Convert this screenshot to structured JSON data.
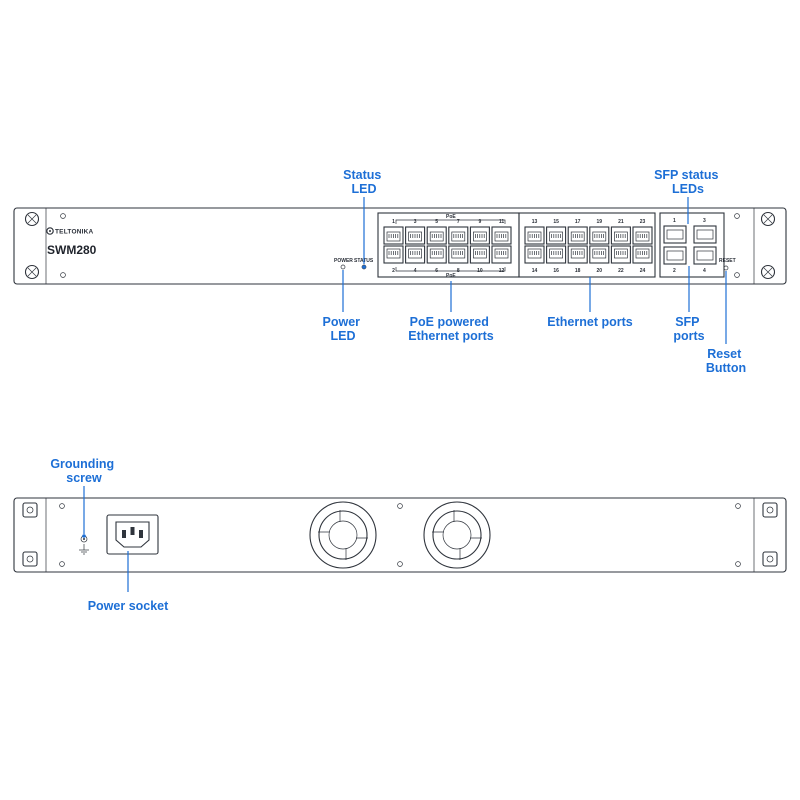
{
  "front_panel": {
    "brand": "TELTONIKA",
    "model": "SWM280",
    "led_labels": {
      "power": "POWER",
      "status": "STATUS"
    },
    "poe_group_label": "PoE",
    "poe_ports_top": [
      "1",
      "3",
      "5",
      "7",
      "9",
      "11"
    ],
    "poe_ports_bottom": [
      "2",
      "4",
      "6",
      "8",
      "10",
      "12"
    ],
    "eth_ports_top": [
      "13",
      "15",
      "17",
      "19",
      "21",
      "23"
    ],
    "eth_ports_bottom": [
      "14",
      "16",
      "18",
      "20",
      "22",
      "24"
    ],
    "sfp_ports_top": [
      "1",
      "3"
    ],
    "sfp_ports_bottom": [
      "2",
      "4"
    ],
    "reset_label": "RESET"
  },
  "callouts": {
    "status_led": [
      "Status",
      "LED"
    ],
    "sfp_status_leds": [
      "SFP status",
      "LEDs"
    ],
    "power_led": [
      "Power",
      "LED"
    ],
    "poe_ports": [
      "PoE powered",
      "Ethernet ports"
    ],
    "ethernet_ports": [
      "Ethernet ports"
    ],
    "sfp_ports": [
      "SFP",
      "ports"
    ],
    "reset_button": [
      "Reset",
      "Button"
    ],
    "grounding_screw": [
      "Grounding",
      "screw"
    ],
    "power_socket": [
      "Power socket"
    ]
  },
  "colors": {
    "callout": "#1d6fd6",
    "hardware": "#2f343c"
  }
}
